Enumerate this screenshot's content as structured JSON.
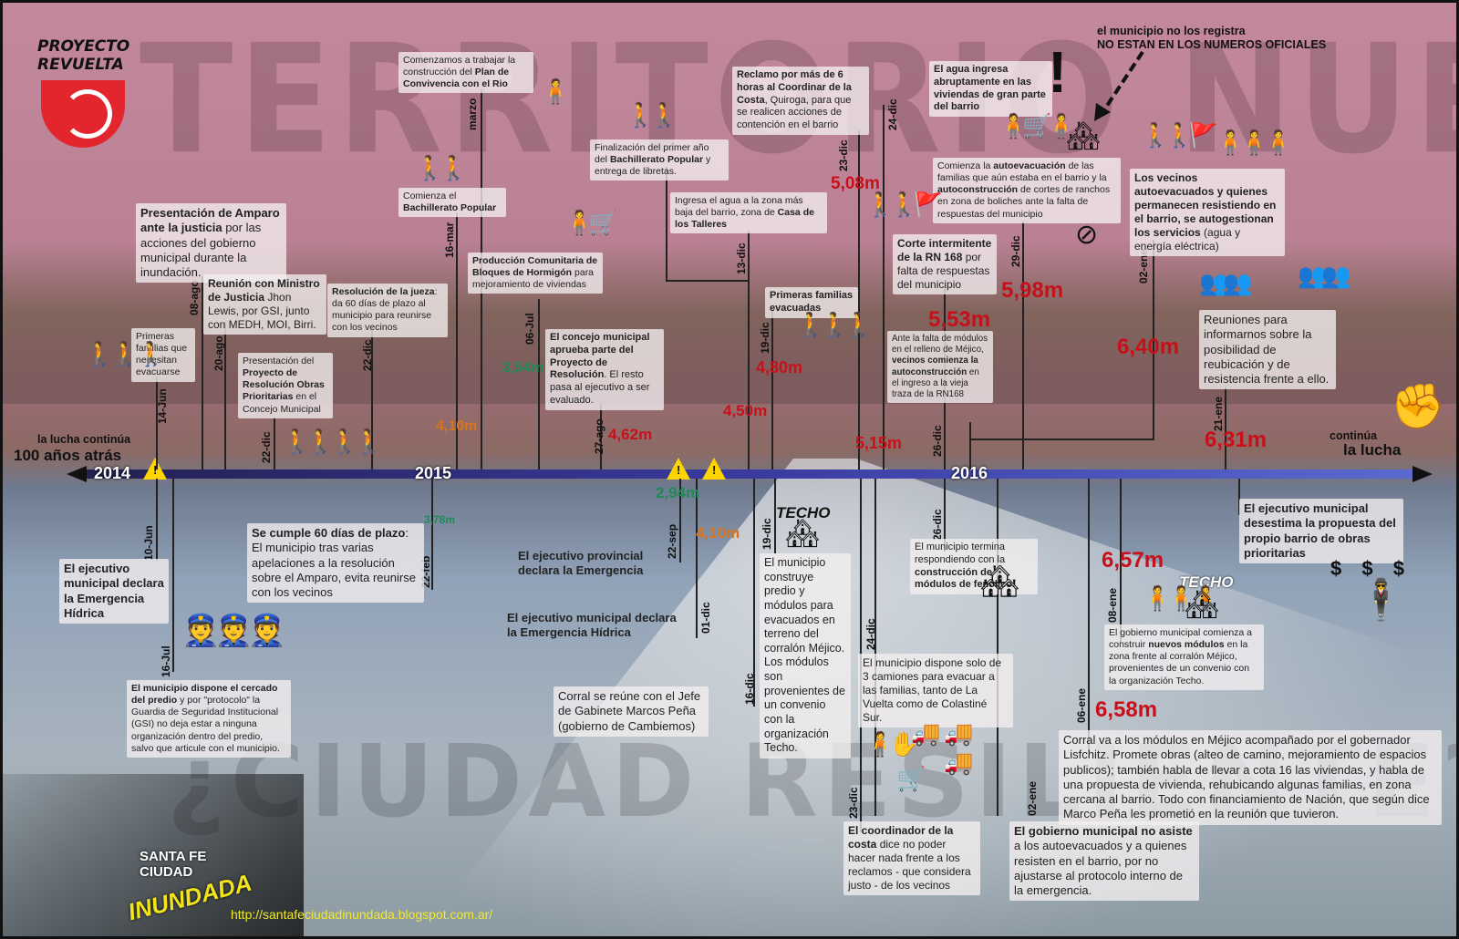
{
  "logo": {
    "line1": "PROYECTO",
    "line2": "REVUELTA"
  },
  "bg_title_top": "TERRITORIO NUEVO",
  "bg_title_bottom": "¿CIUDAD RESILIENTE?",
  "axis": {
    "left_label_1": "la lucha continúa",
    "left_label_2": "100 años atrás",
    "right_label_1": "continúa",
    "right_label_2": "la lucha",
    "years": [
      "2014",
      "2015",
      "2016"
    ]
  },
  "top_notice": {
    "line1": "el municipio no los registra",
    "line2": "NO ESTAN EN LOS NUMEROS OFICIALES"
  },
  "dates": {
    "d14jun": "14-Jun",
    "d08ago": "08-ago",
    "d20ago": "20-ago",
    "d22dic_a": "22-dic",
    "d22dic_b": "22-dic",
    "d16mar": "16-mar",
    "dmarzo": "marzo",
    "d06jul": "06-Jul",
    "d27ago": "27-ago",
    "d13dic": "13-dic",
    "d19dic_a": "19-dic",
    "d23dic": "23-dic",
    "d24dic_a": "24-dic",
    "d26dic_a": "26-dic",
    "d29dic": "29-dic",
    "d02ene_a": "02-ene",
    "d21ene": "21-ene",
    "d10jun": "10-Jun",
    "d16jul": "16-Jul",
    "d22feb": "22-feb",
    "d22sep": "22-sep",
    "d01dic": "01-dic",
    "d16dic": "16-dic",
    "d19dic_b": "19-dic",
    "d26dic_b": "26-dic",
    "d24dic_b": "24-dic",
    "d23dic_b": "23-dic",
    "d02ene_b": "02-ene",
    "d06ene": "06-ene",
    "d08ene": "08-ene"
  },
  "levels": {
    "l354": "3,54m",
    "l410a": "4,10m",
    "l462": "4,62m",
    "l450": "4,50m",
    "l480": "4,80m",
    "l508": "5,08m",
    "l515": "5,15m",
    "l553": "5,53m",
    "l598": "5,98m",
    "l640": "6,40m",
    "l631": "6,31m",
    "l294": "2,94m",
    "l378": "3,78m",
    "l410b": "4,10m",
    "l657": "6,57m",
    "l658": "6,58m"
  },
  "boxes": {
    "primeras": "Primeras familias que necesitan evacuarse",
    "amparo_b": "Presentación de Amparo ante la justicia",
    "amparo_t": " por las acciones del gobierno municipal durante la inundación.",
    "reunion_b": "Reunión con Ministro de Justicia",
    "reunion_t": " Jhon Lewis, por GSI, junto con MEDH, MOI, Birri.",
    "resolucion_b": "Resolución de la jueza",
    "resolucion_t": ": da 60 días de plazo al municipio para reunirse con los vecinos",
    "proyecto_t1": "Presentación del",
    "proyecto_b": "Proyecto de Resolución Obras Prioritarias",
    "proyecto_t2": " en el Concejo Municipal",
    "bachi_t": "Comienza el",
    "bachi_b": "Bachillerato Popular",
    "plan_t": "Comenzamos a trabajar la construcción del",
    "plan_b": "Plan de Convivencia con el Rio",
    "bloques_b": "Producción Comunitaria de Bloques de Hormigón",
    "bloques_t": " para mejoramiento de viviendas",
    "fin_t1": "Finalización del primer año del",
    "fin_b": "Bachillerato Popular",
    "fin_t2": " y entrega de libretas.",
    "concejo_b": "El concejo municipal aprueba parte del Proyecto de Resolución",
    "concejo_t": ". El resto pasa al ejecutivo a ser evaluado.",
    "agua_t": "Ingresa el agua a la zona más baja del barrio, zona de",
    "agua_b": "Casa de los Talleres",
    "reclamo_b": "Reclamo por más de 6 horas al Coordinar de la Costa",
    "reclamo_t": ", Quiroga, para que se realicen acciones de contención en el barrio",
    "evacuadas": "Primeras familias evacuadas",
    "ingresa_b": "El agua ingresa abruptamente en las viviendas de gran parte del barrio",
    "corte_b": "Corte intermitente de la RN 168",
    "corte_t": " por falta de respuestas del municipio",
    "falta_t": "Ante la falta de módulos en el relleno de Méjico,",
    "falta_b": "vecinos comienza la autoconstrucción",
    "falta_t2": " en el ingreso a la vieja traza de la RN168",
    "autoevac_t1": "Comienza la",
    "autoevac_b1": "autoevacuación",
    "autoevac_t2": " de las familias que aún estaba en el barrio y la",
    "autoevac_b2": "autoconstrucción",
    "autoevac_t3": " de cortes de ranchos en zona de boliches ante la falta de respuestas del municipio",
    "vecinos_b": "Los vecinos autoevacuados y quienes permanecen resistiendo en el barrio, se autogestionan los servicios",
    "vecinos_t": " (agua y energía eléctrica)",
    "reuniones": "Reuniones para informarnos sobre la posibilidad de reubicación y de resistencia frente a ello.",
    "declara_hid": "El ejecutivo municipal declara la Emergencia Hídrica",
    "cercado_b": "El municipio dispone el cercado del predio",
    "cercado_t": " y por \"protocolo\" la Guardia de Seguridad Institucional (GSI) no deja estar a ninguna organización dentro del predio, salvo que articule con el municipio.",
    "plazo_b": "Se cumple 60 días de plazo",
    "plazo_t": ": El municipio tras varias apelaciones a la resolución sobre el Amparo, evita reunirse con los vecinos",
    "provincial": "El ejecutivo provincial declara la Emergencia",
    "municipal": "El ejecutivo municipal declara la Emergencia Hídrica",
    "corral_pena": "Corral se reúne con el Jefe de Gabinete Marcos Peña (gobierno de Cambiemos)",
    "techo_a": "El municipio construye predio y módulos para evacuados en terreno del corralón Méjico. Los módulos son provenientes de un convenio con la organización Techo.",
    "fenolico_t": "El municipio termina respondiendo con la",
    "fenolico_b": "construcción de módulos de fenólico.",
    "camiones": "El municipio dispone solo de 3 camiones para evacuar a las familias, tanto de La Vuelta como de Colastiné Sur.",
    "coord_b": "El coordinador de la costa",
    "coord_t": " dice no poder hacer nada frente a los reclamos - que considera justo - de los vecinos",
    "noasiste_b": "El gobierno municipal no asiste",
    "noasiste_t": " a los autoevacuados y a quienes resisten en el barrio, por no ajustarse al protocolo interno de la emergencia.",
    "corral_lisf": "Corral va a los módulos en Méjico acompañado por el gobernador Lisfchitz. Promete obras (alteo de camino, mejoramiento de espacios publicos); también habla de llevar a cota 16 las viviendas, y habla de una propuesta de vivienda, rehubicando algunas familias, en zona cercana al barrio. Todo con financiamiento de Nación, que según dice Marco Peña les prometió en la reunión que tuvieron.",
    "nuevos_t1": "El gobierno municipal comienza a construir",
    "nuevos_b": "nuevos módulos",
    "nuevos_t2": " en la zona frente al corralón Méjico, provenientes de un convenio con la organización Techo.",
    "desestima": "El ejecutivo municipal desestima la propuesta del propio barrio de obras prioritarias"
  },
  "techo_label": "TECHO",
  "footer": {
    "badge1": "SANTA FE",
    "badge2": "CIUDAD",
    "badge3": "INUNDADA",
    "url": "http://santafeciudadinundada.blogspot.com.ar/"
  },
  "colors": {
    "level_red": "#c8101a",
    "level_orange": "#d8741a",
    "level_green": "#1f8a55",
    "warning": "#ffd500",
    "logo_red": "#e3262e"
  }
}
